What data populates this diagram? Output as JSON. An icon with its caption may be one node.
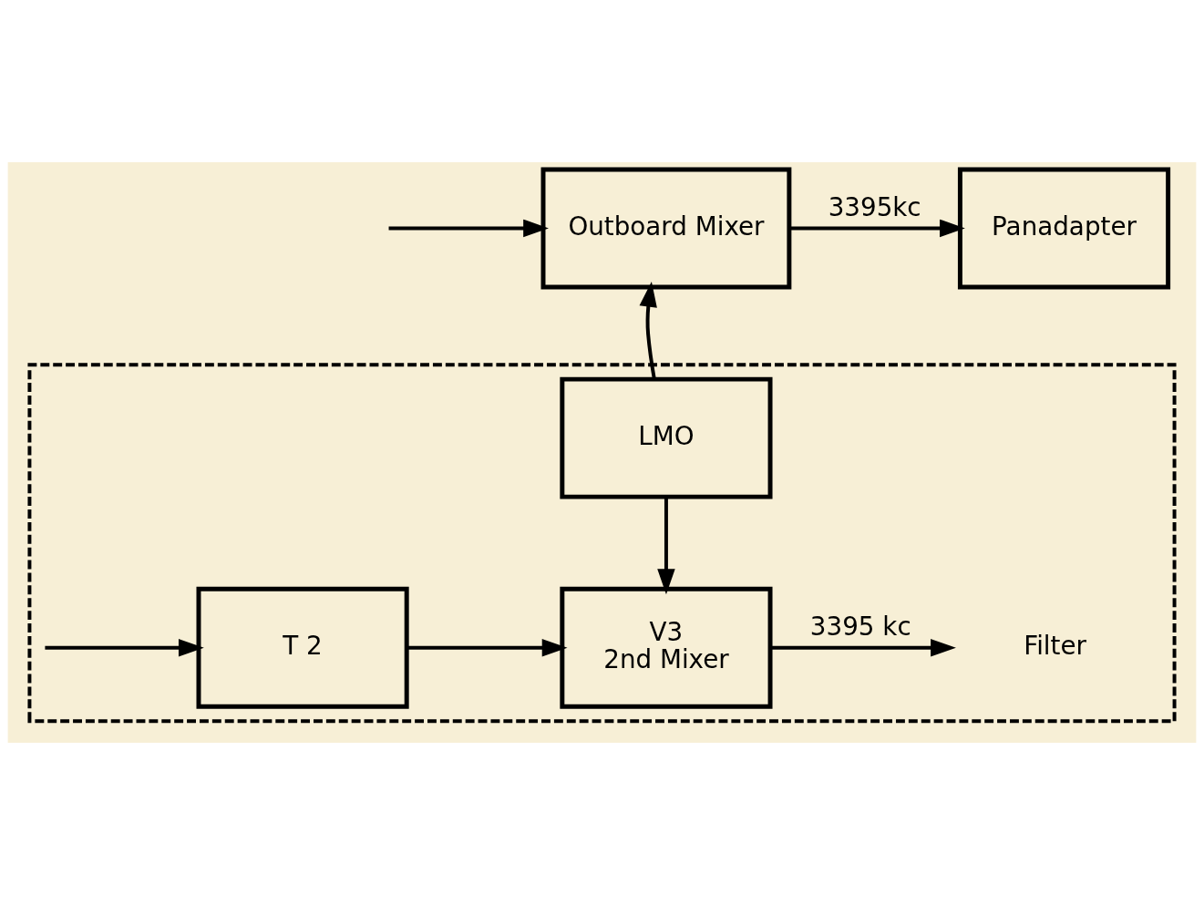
{
  "diagram": {
    "nodes": [
      {
        "text": [],
        "shape": "box"
      },
      {
        "text": [
          "Outboard Mixer"
        ]
      },
      {
        "text": [
          "Panadapter"
        ]
      },
      {
        "text": [
          "LMO"
        ],
        "in": 0
      },
      {
        "text": [
          "T 2"
        ],
        "in": 0
      },
      {
        "text": [
          "V3",
          "2nd Mixer"
        ],
        "in": 0
      },
      {
        "text": [
          "Filter"
        ],
        "in": 0
      }
    ],
    "edges": [
      {
        "from": null,
        "to": 1,
        "arrow": "to"
      },
      {
        "from": 1,
        "to": 2,
        "arrow": "to",
        "label": "3395kc"
      },
      {
        "from": 3,
        "to": 1,
        "arrow": "to"
      },
      {
        "from": 3,
        "to": 5,
        "arrow": "to"
      },
      {
        "from": null,
        "to": 4,
        "arrow": "to"
      },
      {
        "from": 4,
        "to": 5,
        "arrow": "to"
      },
      {
        "from": 5,
        "to": 6,
        "arrow": "to",
        "label": "3395 kc"
      }
    ]
  }
}
